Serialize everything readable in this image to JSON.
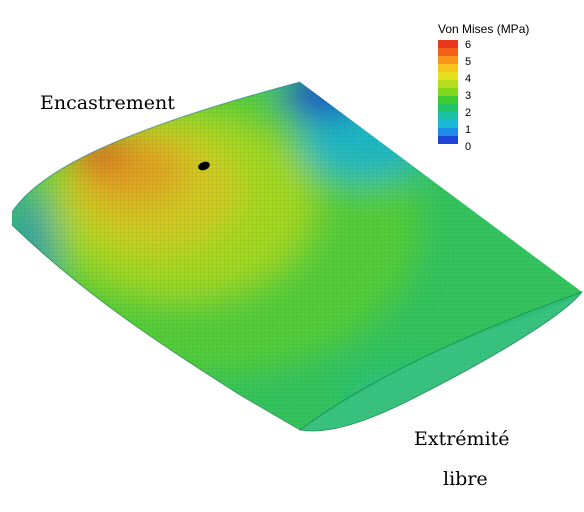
{
  "labels": {
    "root": "Encastrement",
    "tip_line1": "Extrémité",
    "tip_line2": "libre"
  },
  "legend": {
    "title": "Von Mises (MPa)",
    "ticks": [
      "6",
      "5",
      "4",
      "3",
      "2",
      "1",
      "0"
    ],
    "colors": [
      "#e8381c",
      "#f2601c",
      "#f7941c",
      "#f9c41c",
      "#e4e01c",
      "#b6de1c",
      "#7ed81c",
      "#3ccc32",
      "#22c46a",
      "#1cc0a4",
      "#1cb8d8",
      "#1c8ce8",
      "#1c44d8"
    ]
  },
  "colors": {
    "surface_base": "#33c45e",
    "mesh_line": "#1a7a3a",
    "marker": "#000000"
  }
}
